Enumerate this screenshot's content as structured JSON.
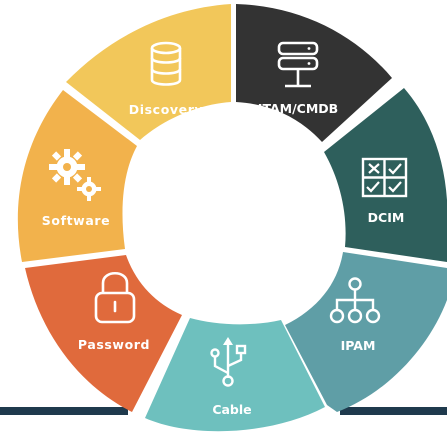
{
  "segments": [
    {
      "id": "itam-cmdb",
      "label": "ITAM/CMDB",
      "icon": "server-stack-icon",
      "color": "#333333"
    },
    {
      "id": "dcim",
      "label": "DCIM",
      "icon": "checkbox-grid-icon",
      "color": "#2e5f5c"
    },
    {
      "id": "ipam",
      "label": "IPAM",
      "icon": "network-hierarchy-icon",
      "color": "#5f9ea6"
    },
    {
      "id": "cable",
      "label": "Cable",
      "icon": "usb-icon",
      "color": "#6ec0be"
    },
    {
      "id": "password",
      "label": "Password",
      "icon": "padlock-icon",
      "color": "#e06a3c"
    },
    {
      "id": "software",
      "label": "Software",
      "icon": "gears-icon",
      "color": "#f2b24c"
    },
    {
      "id": "discovery",
      "label": "Discovery",
      "icon": "database-icon",
      "color": "#f2c75a"
    }
  ],
  "colors": {
    "base_bar": "#1f3a4d",
    "icon": "#ffffff"
  }
}
